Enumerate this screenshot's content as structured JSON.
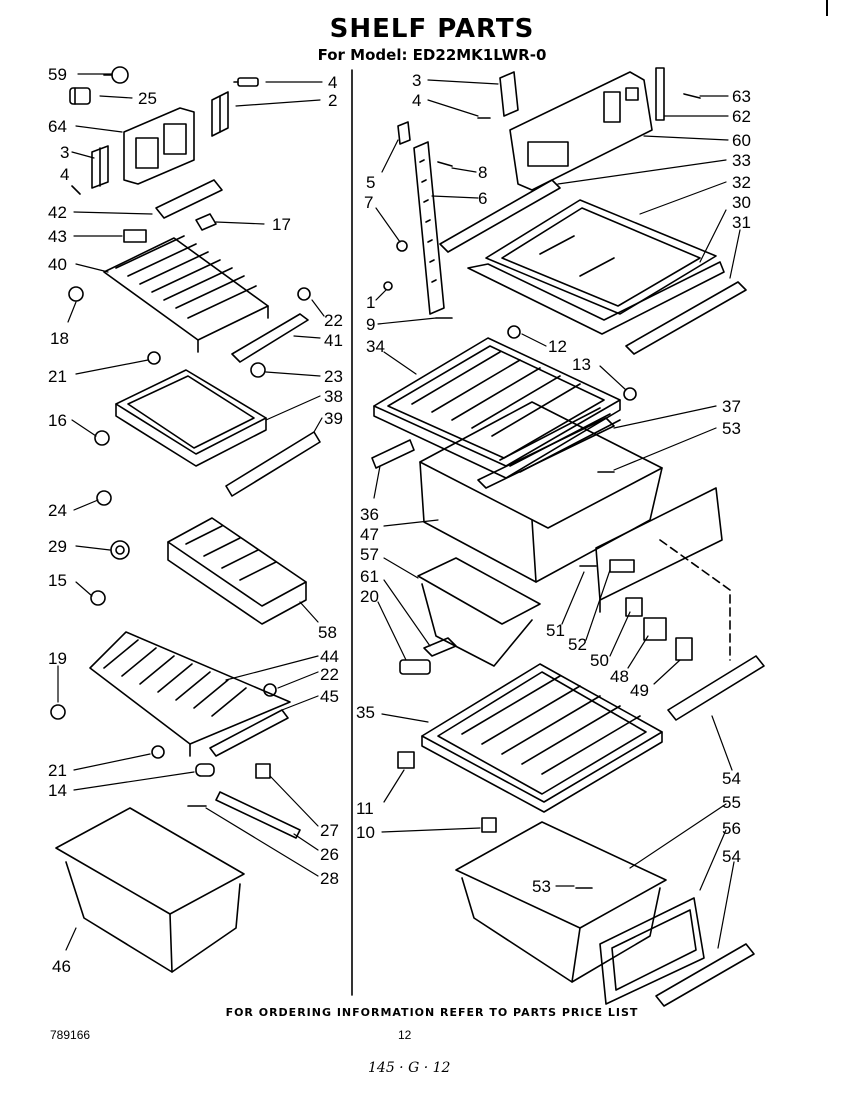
{
  "title": "SHELF PARTS",
  "subtitle": "For Model: ED22MK1LWR-0",
  "footer_note": "FOR ORDERING INFORMATION REFER TO PARTS PRICE LIST",
  "doc_number": "789166",
  "page_number": "12",
  "handwritten_code": "145 · G · 12",
  "callouts": {
    "left": [
      "59",
      "4",
      "25",
      "2",
      "64",
      "3",
      "4",
      "42",
      "17",
      "43",
      "40",
      "18",
      "22",
      "41",
      "21",
      "23",
      "16",
      "38",
      "39",
      "24",
      "29",
      "15",
      "58",
      "19",
      "44",
      "22",
      "45",
      "21",
      "14",
      "27",
      "26",
      "28",
      "46"
    ],
    "right": [
      "3",
      "63",
      "4",
      "62",
      "60",
      "5",
      "8",
      "33",
      "6",
      "32",
      "7",
      "30",
      "31",
      "1",
      "9",
      "12",
      "34",
      "13",
      "37",
      "53",
      "36",
      "47",
      "57",
      "61",
      "20",
      "51",
      "52",
      "50",
      "48",
      "49",
      "35",
      "54",
      "55",
      "11",
      "56",
      "10",
      "53",
      "54"
    ]
  }
}
